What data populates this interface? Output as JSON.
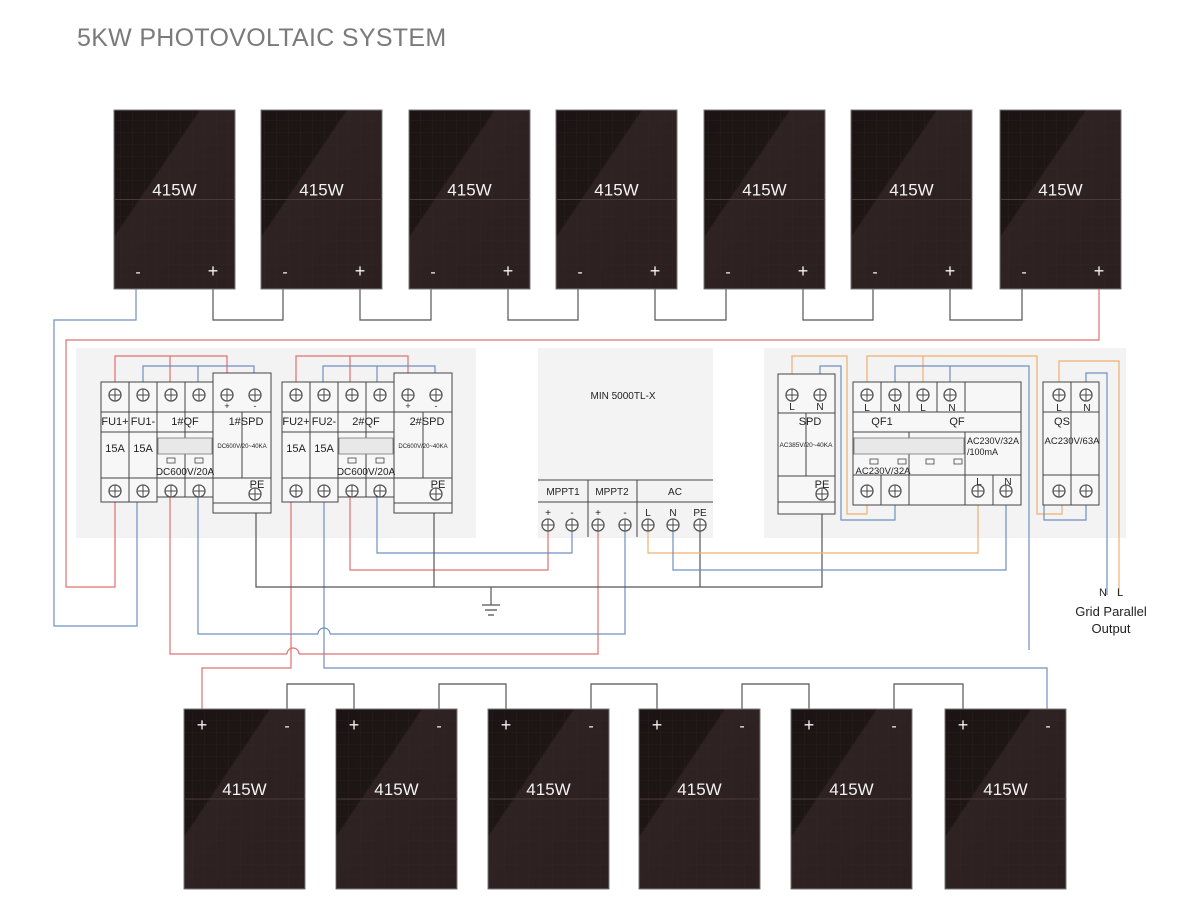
{
  "title": "5KW PHOTOVOLTAIC SYSTEM",
  "colors": {
    "dc_positive": "#e07070",
    "dc_negative": "#6f8fc0",
    "ac_line": "#f0b070",
    "neutral": "#6f8fc0",
    "ground": "#555555",
    "series": "#555555",
    "panel_fill": "#2a1d1d",
    "box_bg": "#f3f3f3"
  },
  "top_string": {
    "panels": [
      {
        "power": "415W",
        "neg": "-",
        "pos": "+"
      },
      {
        "power": "415W",
        "neg": "-",
        "pos": "+"
      },
      {
        "power": "415W",
        "neg": "-",
        "pos": "+"
      },
      {
        "power": "415W",
        "neg": "-",
        "pos": "+"
      },
      {
        "power": "415W",
        "neg": "-",
        "pos": "+"
      },
      {
        "power": "415W",
        "neg": "-",
        "pos": "+"
      },
      {
        "power": "415W",
        "neg": "-",
        "pos": "+"
      }
    ]
  },
  "bottom_string": {
    "panels": [
      {
        "power": "415W",
        "neg": "-",
        "pos": "+"
      },
      {
        "power": "415W",
        "neg": "-",
        "pos": "+"
      },
      {
        "power": "415W",
        "neg": "-",
        "pos": "+"
      },
      {
        "power": "415W",
        "neg": "-",
        "pos": "+"
      },
      {
        "power": "415W",
        "neg": "-",
        "pos": "+"
      },
      {
        "power": "415W",
        "neg": "-",
        "pos": "+"
      }
    ]
  },
  "dc_box": {
    "group1": {
      "fuse_pos": {
        "name": "FU1+",
        "rating": "15A"
      },
      "fuse_neg": {
        "name": "FU1-",
        "rating": "15A"
      },
      "breaker": {
        "name": "1#QF",
        "rating": "DC600V/20A"
      },
      "spd": {
        "name": "1#SPD",
        "rating": "DC600V/20~40KA",
        "pos": "+",
        "neg": "-",
        "pe": "PE"
      }
    },
    "group2": {
      "fuse_pos": {
        "name": "FU2+",
        "rating": "15A"
      },
      "fuse_neg": {
        "name": "FU2-",
        "rating": "15A"
      },
      "breaker": {
        "name": "2#QF",
        "rating": "DC600V/20A"
      },
      "spd": {
        "name": "2#SPD",
        "rating": "DC600V/20~40KA",
        "pos": "+",
        "neg": "-",
        "pe": "PE"
      }
    }
  },
  "inverter": {
    "model": "MIN 5000TL-X",
    "sections": [
      "MPPT1",
      "MPPT2",
      "AC"
    ],
    "terminals": [
      "+",
      "-",
      "+",
      "-",
      "L",
      "N",
      "PE"
    ]
  },
  "ac_box": {
    "spd": {
      "name": "SPD",
      "rating": "AC385V/20~40KA",
      "l": "L",
      "n": "N",
      "pe": "PE"
    },
    "qf1": {
      "name": "QF1",
      "rating": "AC230V/32A",
      "l": "L",
      "n": "N"
    },
    "qf": {
      "name": "QF",
      "rating": "AC230V/32A",
      "rating2": "/100mA",
      "l": "L",
      "n": "N"
    },
    "qs": {
      "name": "QS",
      "rating": "AC230V/63A",
      "l": "L",
      "n": "N"
    }
  },
  "output": {
    "n_label": "N",
    "l_label": "L",
    "line1": "Grid Parallel",
    "line2": "Output"
  }
}
